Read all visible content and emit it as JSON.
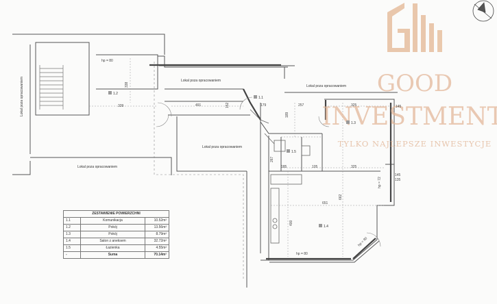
{
  "watermark": {
    "brand_line1": "GOOD",
    "brand_line2": "INVESTMENT",
    "tagline": "TYLKO NAJLEPSZE INWESTYCJE",
    "color": "#e3b89a"
  },
  "plan_labels": {
    "stair_side_text": "Lokal poza opracowaniem",
    "upper_area": "Lokal poza opracowaniem",
    "upper_right_area": "Lokal poza opracowaniem",
    "middle_area": "Lokal poza opracowaniem",
    "lower_area": "Lokal poza opracowaniem"
  },
  "room_tags": {
    "r12": "1.2",
    "r11": "1.1",
    "r13": "1.3",
    "r15": "1.5",
    "r14": "1.4"
  },
  "dimensions": {
    "d1": "hp = 80",
    "d2": "338",
    "d3": "339",
    "d4": "491",
    "d5": "152",
    "d6": "179",
    "d7": "189",
    "d8": "257",
    "d9": "325",
    "d10": "145",
    "d11": "185",
    "d12": "105",
    "d13": "325",
    "d14": "145",
    "d15": "135",
    "d16": "hp = 72",
    "d17": "651",
    "d18": "400",
    "d19": "hp = 80",
    "d20": "hp = 80",
    "d21": "267",
    "d22": "662"
  },
  "area_table": {
    "title": "ZESTAWIENIE POWIERZCHNI",
    "rows": [
      {
        "no": "1.1",
        "name": "Komunikacja",
        "area": "10.52m²"
      },
      {
        "no": "1.2",
        "name": "Pokój",
        "area": "13.56m²"
      },
      {
        "no": "1.3",
        "name": "Pokój",
        "area": "8.79m²"
      },
      {
        "no": "1.4",
        "name": "Salon z aneksem",
        "area": "32.72m²"
      },
      {
        "no": "1.5",
        "name": "Łazienka",
        "area": "4.55m²"
      }
    ],
    "sum": {
      "no": "-",
      "name": "Suma",
      "area": "70.14m²"
    }
  },
  "north_symbol": "north-arrow"
}
